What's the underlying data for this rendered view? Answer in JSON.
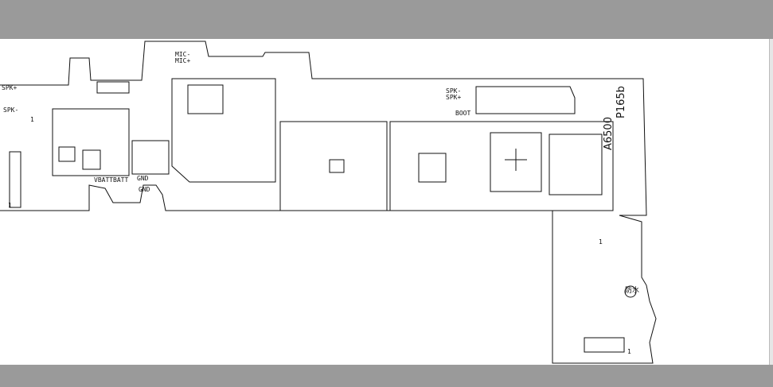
{
  "labels": {
    "spk_plus_left": "SPK+",
    "spk_minus_left": "SPK-",
    "mic_minus": "MIC-",
    "mic_plus": "MIC+",
    "spk_minus_right": "SPK-",
    "spk_plus_right": "SPK+",
    "boot": "BOOT",
    "vbatt": "VBATT",
    "batt": "BATT",
    "gnd_top": "GND",
    "gnd_bottom": "GND",
    "pin_one_a": "1",
    "pin_one_b": "1",
    "pin_one_c": "1",
    "pin_one_d": "1",
    "board_id": "A6500",
    "board_rev": "P165b",
    "waterproof": "防水"
  },
  "colors": {
    "outline": "#111111",
    "background": "#ffffff",
    "frame_bar": "#9a9a9a"
  }
}
